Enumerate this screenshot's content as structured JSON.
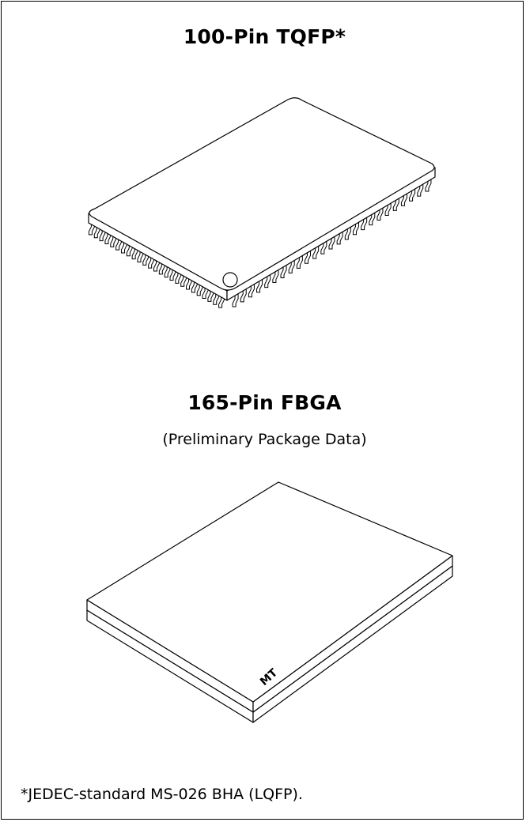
{
  "tqfp": {
    "title": "100-Pin TQFP*"
  },
  "fbga": {
    "title": "165-Pin FBGA",
    "subtitle": "(Preliminary Package Data)",
    "mark": "MT"
  },
  "footnote": "*JEDEC-standard MS-026 BHA (LQFP)."
}
